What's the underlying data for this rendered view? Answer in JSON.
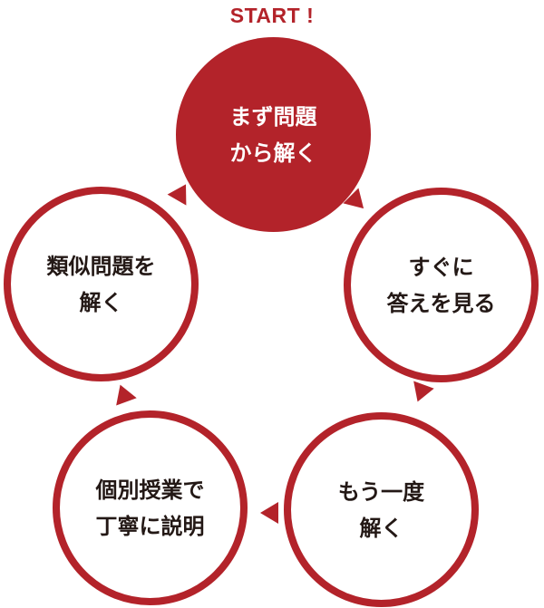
{
  "start_label": "START !",
  "steps": [
    {
      "id": "solve-first",
      "lines": [
        "まず問題",
        "から解く"
      ]
    },
    {
      "id": "check-answer",
      "lines": [
        "すぐに",
        "答えを見る"
      ]
    },
    {
      "id": "solve-again",
      "lines": [
        "もう一度",
        "解く"
      ]
    },
    {
      "id": "private-lesson",
      "lines": [
        "個別授業で",
        "丁寧に説明"
      ]
    },
    {
      "id": "solve-similar",
      "lines": [
        "類似問題を",
        "解く"
      ]
    }
  ],
  "colors": {
    "accent": "#b3232a",
    "text_dark": "#231815",
    "background": "#ffffff"
  }
}
